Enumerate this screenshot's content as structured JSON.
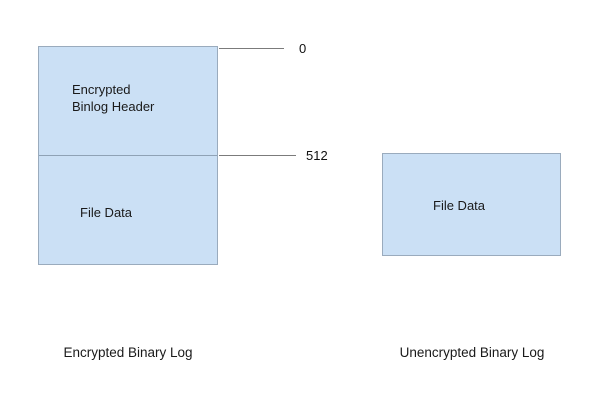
{
  "diagram": {
    "background_color": "#ffffff",
    "box_fill_color": "#cbe0f5",
    "box_border_color": "#9aabbd",
    "leader_line_color": "#7b7b7b",
    "text_color": "#1a1a1a",
    "encrypted_log": {
      "caption": "Encrypted Binary Log",
      "sections": [
        {
          "label_line1": "Encrypted",
          "label_line2": "Binlog Header",
          "start_offset": "0"
        },
        {
          "label": "File Data",
          "start_offset": "512"
        }
      ]
    },
    "unencrypted_log": {
      "caption": "Unencrypted Binary Log",
      "sections": [
        {
          "label": "File Data"
        }
      ]
    },
    "offset_labels": [
      {
        "value": "0"
      },
      {
        "value": "512"
      }
    ]
  }
}
